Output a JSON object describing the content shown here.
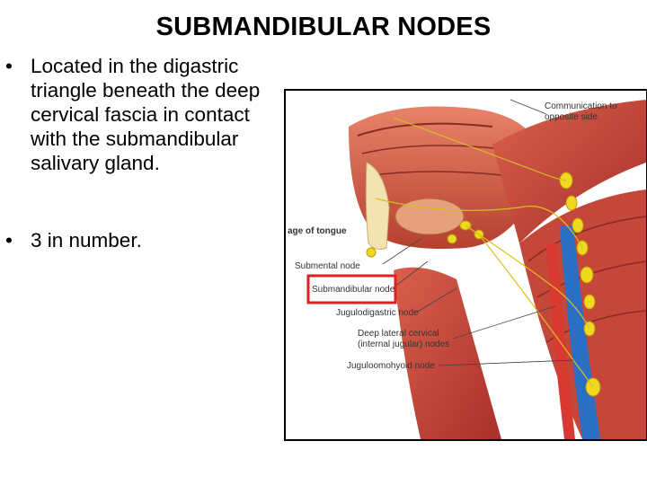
{
  "slide": {
    "title": "SUBMANDIBULAR NODES",
    "bullets": [
      "Located in the digastric triangle beneath the deep cervical fascia in contact with the submandibular salivary gland.",
      "3 in number."
    ]
  },
  "figure": {
    "labels": {
      "communication_line1": "Communication to",
      "communication_line2": "opposite side",
      "tongue": "age of tongue",
      "submental": "Submental node",
      "submandibular": "Submandibular node",
      "jugulodigastric": "Jugulodigastric node",
      "deep_lateral_line1": "Deep lateral cervical",
      "deep_lateral_line2": "(internal jugular) nodes",
      "juguloomohyoid": "Juguloomohyoid node"
    },
    "highlight_color": "#e0201e"
  }
}
